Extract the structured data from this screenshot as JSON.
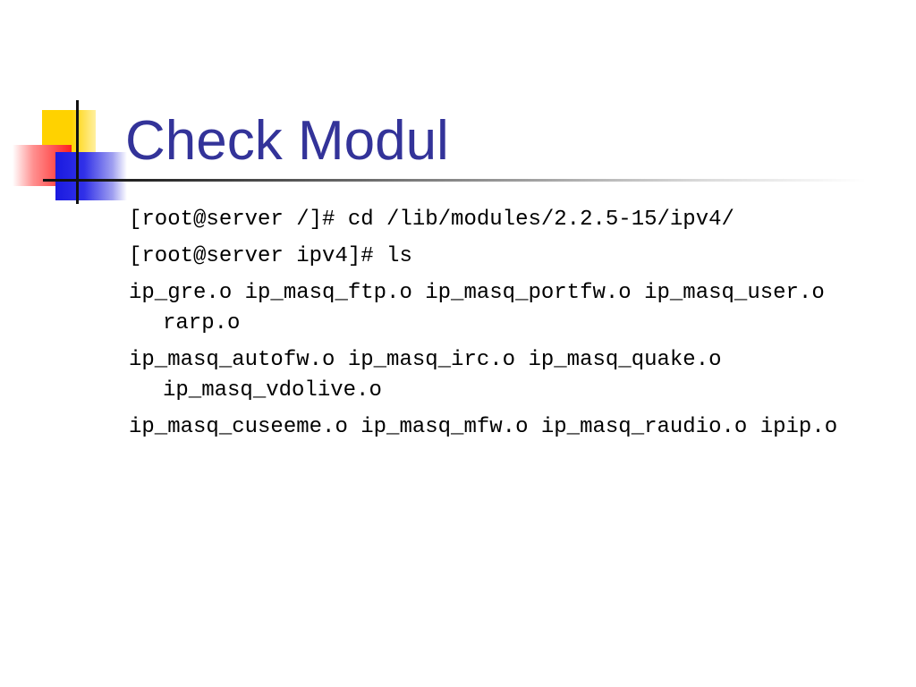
{
  "slide": {
    "title": "Check Modul",
    "lines": [
      "[root@server /]# cd /lib/modules/2.2.5-15/ipv4/",
      "[root@server ipv4]# ls",
      "ip_gre.o ip_masq_ftp.o ip_masq_portfw.o ip_masq_user.o rarp.o",
      "ip_masq_autofw.o ip_masq_irc.o ip_masq_quake.o ip_masq_vdolive.o",
      "ip_masq_cuseeme.o ip_masq_mfw.o ip_masq_raudio.o ipip.o"
    ]
  },
  "colors": {
    "title": "#333399",
    "accent_yellow": "#ffd200",
    "accent_red": "#ff2020",
    "accent_blue": "#1a1ae0"
  }
}
